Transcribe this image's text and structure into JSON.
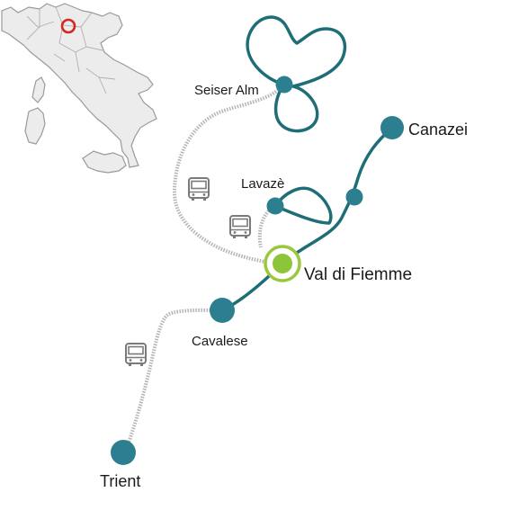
{
  "colors": {
    "route": "#1e6e78",
    "station": "#2b7f8e",
    "highlight_ring": "#9ac83d",
    "highlight_center": "#8cc43a",
    "bus_link": "#b4b4b4",
    "bus_icon": "#7a7a7a",
    "inset_land": "#ececec",
    "inset_border": "#9a9a9a",
    "location_marker": "#d7261e"
  },
  "labels": {
    "seiser_alm": "Seiser Alm",
    "lavaze": "Lavazè",
    "canazei": "Canazei",
    "val_di_fiemme": "Val di Fiemme",
    "cavalese": "Cavalese",
    "trient": "Trient"
  },
  "icons": {
    "bus": "bus-icon",
    "location": "location-ring-icon",
    "highlight": "highlight-ring-icon"
  }
}
